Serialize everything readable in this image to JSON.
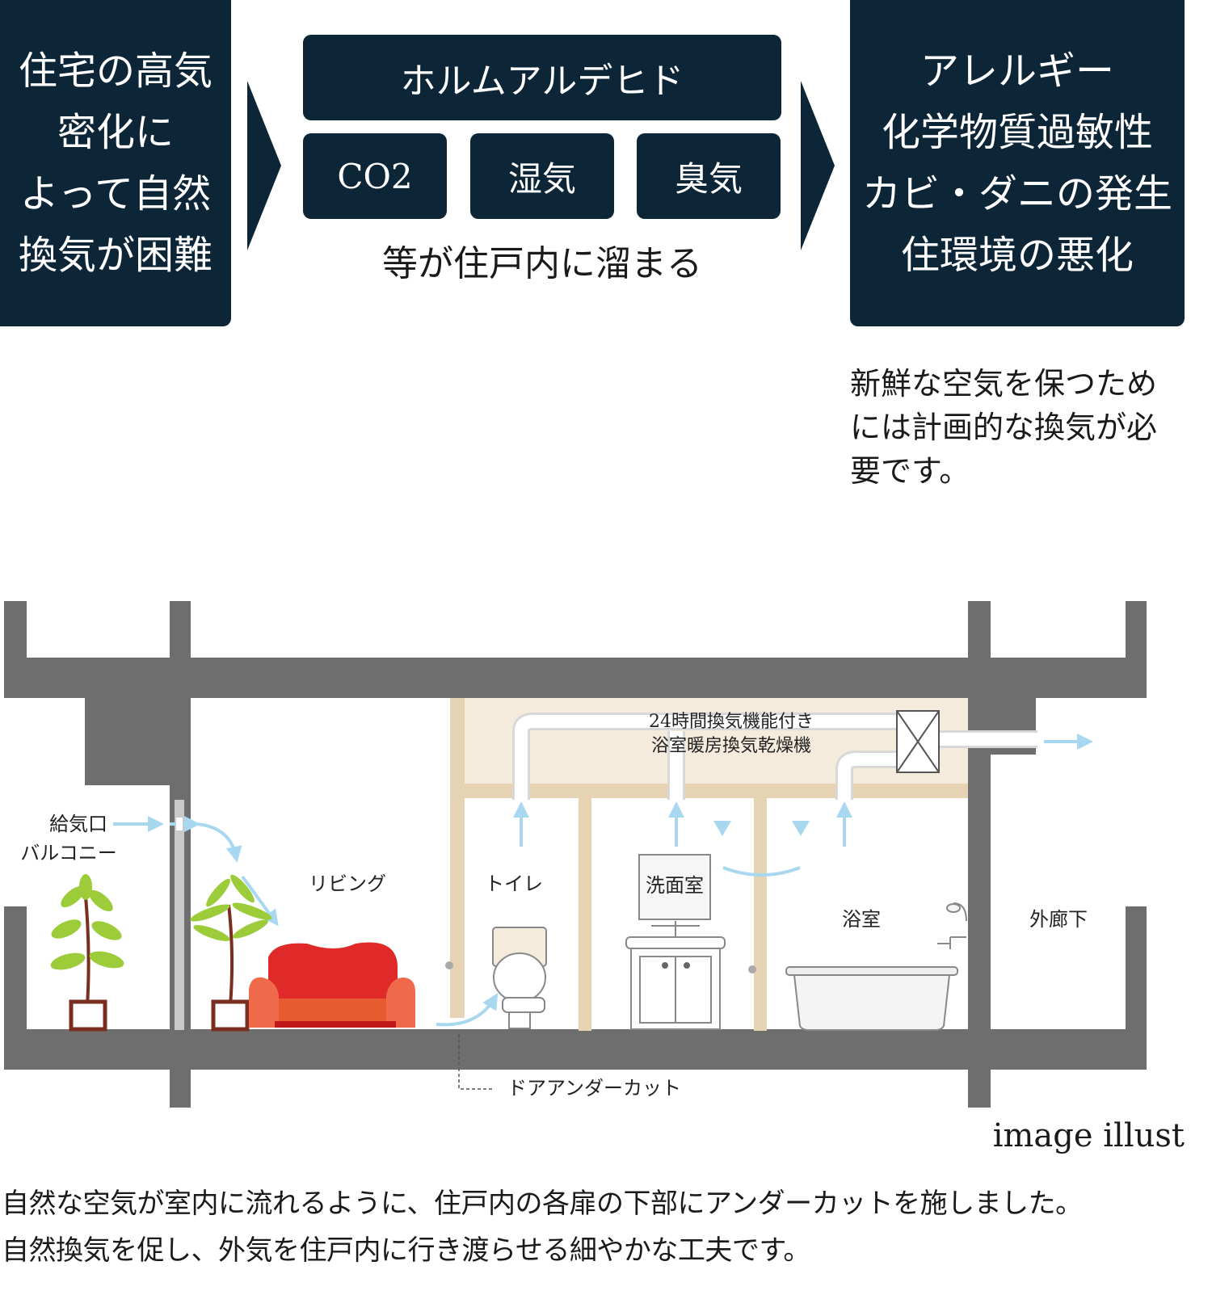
{
  "flow": {
    "cause_lines": [
      "住宅の高気",
      "密化に",
      "よって自然",
      "換気が困難"
    ],
    "pollutant_main": "ホルムアルデヒド",
    "pollutants": [
      "CO2",
      "湿気",
      "臭気"
    ],
    "accumulate": "等が住戸内に溜まる",
    "effect_lines": [
      "アレルギー",
      "化学物質過敏性",
      "カビ・ダニの発生",
      "住環境の悪化"
    ],
    "note_lines": [
      "新鮮な空気を保つため",
      "には計画的な換気が必",
      "要です。"
    ]
  },
  "diagram": {
    "fan_label_1": "24時間換気機能付き",
    "fan_label_2": "浴室暖房換気乾燥機",
    "supply_vent": "給気口",
    "balcony": "バルコニー",
    "living": "リビング",
    "toilet": "トイレ",
    "washroom": "洗面室",
    "bathroom": "浴室",
    "corridor": "外廊下",
    "door_undercut": "ドアアンダーカット",
    "image_note": "image illust",
    "colors": {
      "wall": "#6e6e6e",
      "ceiling_space": "#f4ebdc",
      "partition": "#e6d3b3",
      "airflow": "#a8d8f0",
      "sofa": "#e02a2a",
      "plant": "#9ccc3a",
      "pot": "#7a2e1f"
    }
  },
  "caption": {
    "line1": "自然な空気が室内に流れるように、住戸内の各扉の下部にアンダーカットを施しました。",
    "line2": "自然換気を促し、外気を住戸内に行き渡らせる細やかな工夫です。"
  }
}
